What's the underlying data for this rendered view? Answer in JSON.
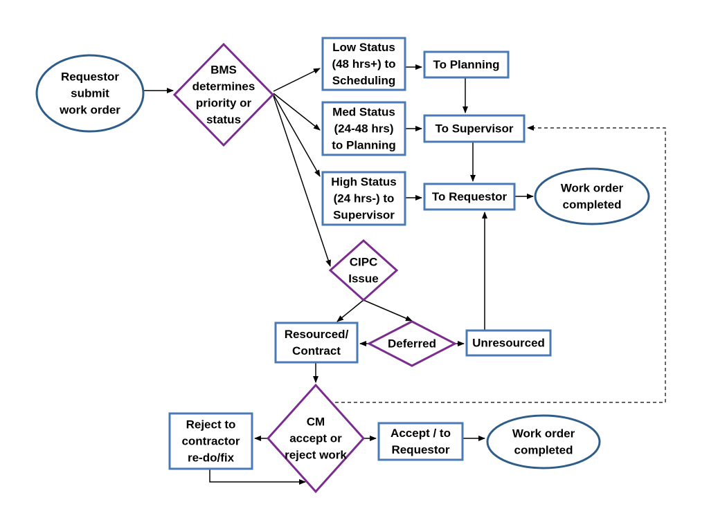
{
  "theme": {
    "box_stroke": "#4a7ab5",
    "decision_stroke": "#7b2c8f",
    "arrow_color": "#000000",
    "text_color": "#000000"
  },
  "nodes": {
    "requestor": {
      "shape": "ellipse",
      "lines": [
        "Requestor",
        "submit",
        "work order"
      ]
    },
    "bms": {
      "shape": "diamond",
      "lines": [
        "BMS",
        "determines",
        "priority or",
        "status"
      ]
    },
    "low": {
      "shape": "rect",
      "lines": [
        "Low Status",
        "(48 hrs+) to",
        "Scheduling"
      ]
    },
    "med": {
      "shape": "rect",
      "lines": [
        "Med Status",
        "(24-48 hrs)",
        "to Planning"
      ]
    },
    "high": {
      "shape": "rect",
      "lines": [
        "High Status",
        "(24 hrs-) to",
        "Supervisor"
      ]
    },
    "to_planning": {
      "shape": "rect",
      "lines": [
        "To Planning"
      ]
    },
    "to_supervisor": {
      "shape": "rect",
      "lines": [
        "To Supervisor"
      ]
    },
    "to_requestor": {
      "shape": "rect",
      "lines": [
        "To Requestor"
      ]
    },
    "completed1": {
      "shape": "ellipse",
      "lines": [
        "Work order",
        "completed"
      ]
    },
    "cipc": {
      "shape": "diamond",
      "lines": [
        "CIPC",
        "Issue"
      ]
    },
    "resourced": {
      "shape": "rect",
      "lines": [
        "Resourced/",
        "Contract"
      ]
    },
    "deferred": {
      "shape": "diamond",
      "lines": [
        "Deferred"
      ]
    },
    "unresourced": {
      "shape": "rect",
      "lines": [
        "Unresourced"
      ]
    },
    "cm": {
      "shape": "diamond",
      "lines": [
        "CM",
        "accept or",
        "reject work"
      ]
    },
    "reject": {
      "shape": "rect",
      "lines": [
        "Reject to",
        "contractor",
        "re-do/fix"
      ]
    },
    "accept": {
      "shape": "rect",
      "lines": [
        "Accept / to",
        "Requestor"
      ]
    },
    "completed2": {
      "shape": "ellipse",
      "lines": [
        "Work order",
        "completed"
      ]
    }
  },
  "edges": [
    {
      "from": "requestor",
      "to": "bms",
      "style": "solid"
    },
    {
      "from": "bms",
      "to": "low",
      "style": "solid"
    },
    {
      "from": "bms",
      "to": "med",
      "style": "solid"
    },
    {
      "from": "bms",
      "to": "high",
      "style": "solid"
    },
    {
      "from": "bms",
      "to": "cipc",
      "style": "solid"
    },
    {
      "from": "low",
      "to": "to_planning",
      "style": "solid"
    },
    {
      "from": "to_planning",
      "to": "to_supervisor",
      "style": "solid"
    },
    {
      "from": "med",
      "to": "to_supervisor",
      "style": "solid"
    },
    {
      "from": "to_supervisor",
      "to": "to_requestor",
      "style": "solid"
    },
    {
      "from": "high",
      "to": "to_requestor",
      "style": "solid"
    },
    {
      "from": "to_requestor",
      "to": "completed1",
      "style": "solid"
    },
    {
      "from": "cipc",
      "to": "resourced",
      "style": "solid"
    },
    {
      "from": "cipc",
      "to": "deferred",
      "style": "solid"
    },
    {
      "from": "deferred",
      "to": "resourced",
      "style": "solid"
    },
    {
      "from": "deferred",
      "to": "unresourced",
      "style": "solid"
    },
    {
      "from": "unresourced",
      "to": "to_requestor",
      "style": "solid"
    },
    {
      "from": "resourced",
      "to": "cm",
      "style": "solid"
    },
    {
      "from": "cm",
      "to": "reject",
      "style": "solid"
    },
    {
      "from": "cm",
      "to": "accept",
      "style": "solid"
    },
    {
      "from": "reject",
      "to": "cm",
      "style": "solid"
    },
    {
      "from": "accept",
      "to": "completed2",
      "style": "solid"
    },
    {
      "from": "cm",
      "to": "to_supervisor",
      "style": "dashed"
    }
  ]
}
